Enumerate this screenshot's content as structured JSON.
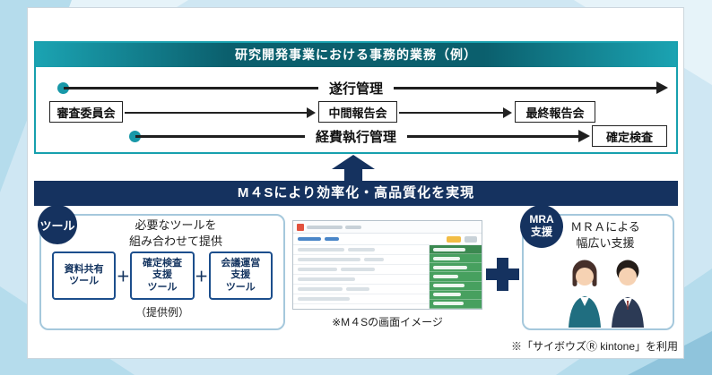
{
  "top_section": {
    "title": "研究開発事業における事務的業務（例）",
    "flow1_label": "遂行管理",
    "milestones": [
      "審査委員会",
      "中間報告会",
      "最終報告会"
    ],
    "flow2_label": "経費執行管理",
    "flow2_end_box": "確定検査"
  },
  "bottom_section": {
    "title": "M４Sにより効率化・高品質化を実現",
    "tools": {
      "badge_label": "ツール",
      "description": "必要なツールを\n組み合わせて提供",
      "boxes": [
        "資料共有\nツール",
        "確定検査\n支援\nツール",
        "会議運営\n支援\nツール"
      ],
      "plus": "＋",
      "note": "（提供例）"
    },
    "screenshot_caption": "※M４Sの画面イメージ",
    "mra": {
      "badge_line1": "MRA",
      "badge_line2": "支援",
      "description": "ＭＲＡによる\n幅広い支援"
    }
  },
  "footnote": "※「サイボウズⓇ kintone」を利用",
  "colors": {
    "teal": "#17a0ae",
    "teal_dark": "#0b5f6d",
    "navy": "#15325f",
    "group_border": "#a5c8dc"
  }
}
